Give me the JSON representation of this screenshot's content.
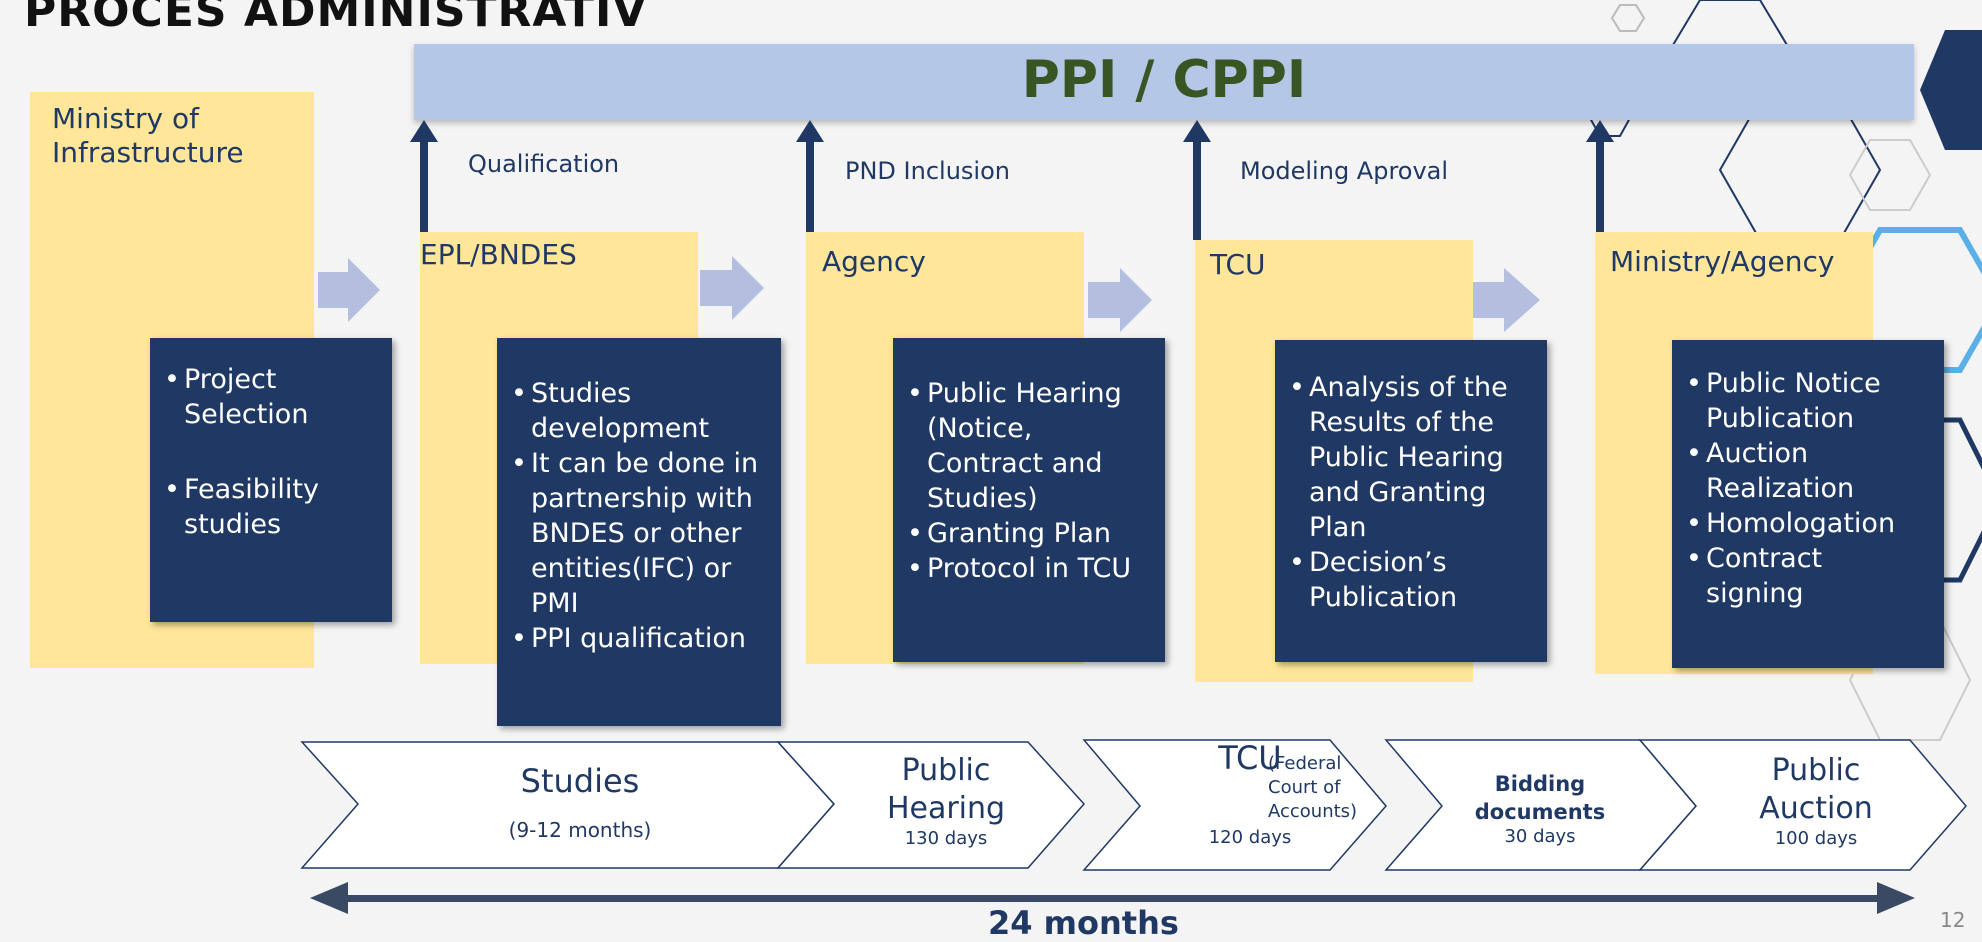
{
  "slide": {
    "title": "PROCES ADMINISTRATIV",
    "page_number": "12"
  },
  "banner": {
    "label": "PPI / CPPI"
  },
  "arrow_labels": [
    "Qualification",
    "PND Inclusion",
    "Modeling Aproval"
  ],
  "stages": [
    {
      "label": "Ministry of\nInfrastructure",
      "bullets": [
        "Project\nSelection",
        "Feasibility\nstudies"
      ]
    },
    {
      "label": "EPL/BNDES",
      "bullets": [
        "Studies\ndevelopment",
        "It can be done in\npartnership with\nBNDES or other\nentities(IFC) or\nPMI",
        "PPI qualification"
      ]
    },
    {
      "label": "Agency",
      "bullets": [
        "Public Hearing\n(Notice,\nContract and\nStudies)",
        "Granting Plan",
        "Protocol in TCU"
      ]
    },
    {
      "label": "TCU",
      "bullets": [
        "Analysis of the\nResults of the\nPublic Hearing\nand Granting\nPlan",
        "Decision’s\nPublication"
      ]
    },
    {
      "label": "Ministry/Agency",
      "bullets": [
        "Public Notice\nPublication",
        "Auction\nRealization",
        "Homologation",
        "Contract\nsigning"
      ]
    }
  ],
  "timeline": [
    {
      "main": "Studies",
      "sub": "(9-12 months)"
    },
    {
      "main": "Public\nHearing",
      "sub": "130 days"
    },
    {
      "main": "TCU",
      "extra": "(Federal\nCourt of\nAccounts)",
      "sub": "120 days"
    },
    {
      "main": "Bidding\ndocuments",
      "sub": "30 days"
    },
    {
      "main": "Public\nAuction",
      "sub": "100 days"
    }
  ],
  "total_duration": "24 months"
}
